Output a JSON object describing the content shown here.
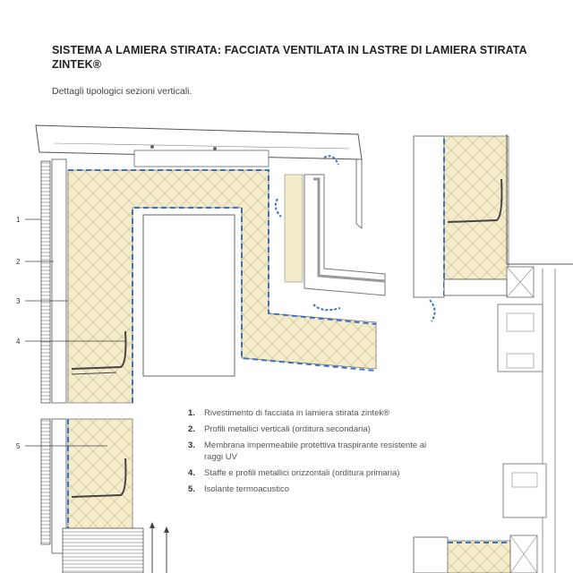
{
  "header": {
    "title": "SISTEMA A LAMIERA STIRATA: FACCIATA VENTILATA IN LASTRE DI LAMIERA STIRATA ZINTEK®",
    "subtitle": "Dettagli tipologici sezioni verticali."
  },
  "callouts": [
    "1",
    "2",
    "3",
    "4",
    "5"
  ],
  "legend": [
    {
      "num": "1.",
      "text": "Rivestimento di facciata in lamiera stirata zintek®"
    },
    {
      "num": "2.",
      "text": "Profili metallici verticali (orditura secondaria)"
    },
    {
      "num": "3.",
      "text": "Membrana impermeabile protettiva traspirante resistente ai raggi UV"
    },
    {
      "num": "4.",
      "text": "Staffe e profili metallici orizzontali (orditura primaria)"
    },
    {
      "num": "5.",
      "text": "Isolante termoacustico"
    }
  ],
  "colors": {
    "insulation": "#f3ebc9",
    "membrane": "#3b73c8",
    "line": "#555555",
    "frame": "#8a8a8a"
  }
}
